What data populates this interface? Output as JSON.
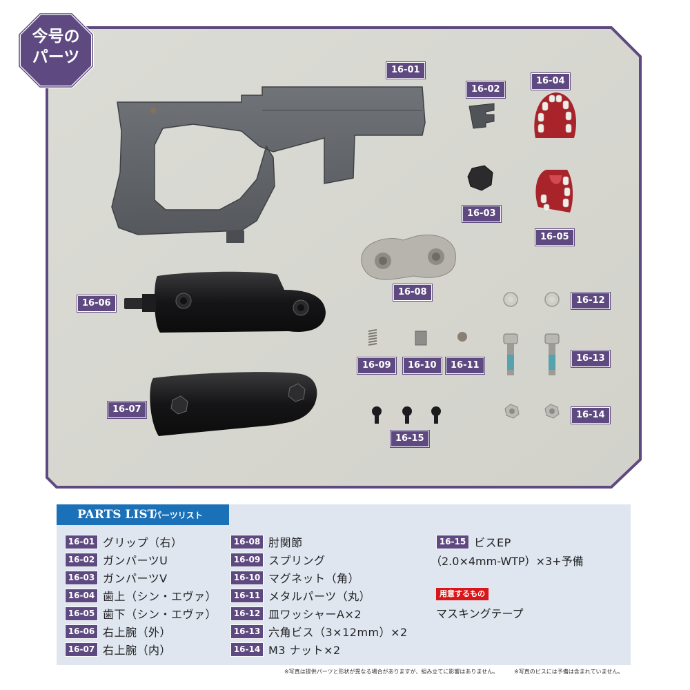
{
  "badge": {
    "line1": "今号の",
    "line2": "パーツ"
  },
  "photo_labels": [
    {
      "id": "16-01"
    },
    {
      "id": "16-02"
    },
    {
      "id": "16-03"
    },
    {
      "id": "16-04"
    },
    {
      "id": "16-05"
    },
    {
      "id": "16-06"
    },
    {
      "id": "16-07"
    },
    {
      "id": "16-08"
    },
    {
      "id": "16-09"
    },
    {
      "id": "16-10"
    },
    {
      "id": "16-11"
    },
    {
      "id": "16-12"
    },
    {
      "id": "16-13"
    },
    {
      "id": "16-14"
    },
    {
      "id": "16-15"
    }
  ],
  "parts_list": {
    "title": "PARTS LIST",
    "subtitle": "パーツリスト",
    "col1": [
      {
        "num": "16-01",
        "name": "グリップ（右）"
      },
      {
        "num": "16-02",
        "name": "ガンパーツU"
      },
      {
        "num": "16-03",
        "name": "ガンパーツV"
      },
      {
        "num": "16-04",
        "name": "歯上（シン・エヴァ）"
      },
      {
        "num": "16-05",
        "name": "歯下（シン・エヴァ）"
      },
      {
        "num": "16-06",
        "name": "右上腕（外）"
      },
      {
        "num": "16-07",
        "name": "右上腕（内）"
      }
    ],
    "col2": [
      {
        "num": "16-08",
        "name": "肘関節"
      },
      {
        "num": "16-09",
        "name": "スプリング"
      },
      {
        "num": "16-10",
        "name": "マグネット（角）"
      },
      {
        "num": "16-11",
        "name": "メタルパーツ（丸）"
      },
      {
        "num": "16-12",
        "name": "皿ワッシャーA×2"
      },
      {
        "num": "16-13",
        "name": "六角ビス（3×12mm）×2"
      },
      {
        "num": "16-14",
        "name": "M3 ナット×2"
      }
    ],
    "col3": {
      "num": "16-15",
      "name": "ビスEP",
      "detail": "（2.0×4mm-WTP）×3+予備"
    },
    "required_label": "用意するもの",
    "required_item": "マスキングテープ"
  },
  "footnotes": {
    "left": "※写真は提供パーツと形状が異なる場合がありますが、組み立てに影響はありません。",
    "right": "※写真のビスには予備は含まれていません。"
  },
  "colors": {
    "accent_purple": "#5e4a80",
    "header_blue": "#1b71b8",
    "panel_bg": "#dfe6f0",
    "photo_bg": "#d8d8d2",
    "required_red": "#d8171b"
  }
}
